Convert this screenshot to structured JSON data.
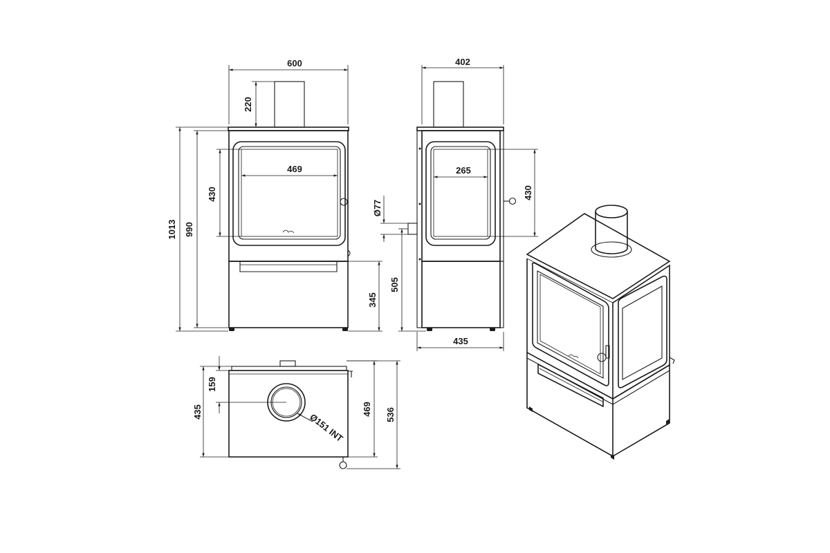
{
  "front_view": {
    "width": "600",
    "flue_height": "220",
    "glass_width": "469",
    "glass_height": "430",
    "total_height": "1013",
    "body_height": "990",
    "base_height": "345"
  },
  "side_view": {
    "depth": "402",
    "glass_width": "265",
    "glass_height": "430",
    "inlet_diameter": "Ø77",
    "inlet_height": "505",
    "total_depth": "435"
  },
  "top_view": {
    "flue_offset": "159",
    "body_depth": "435",
    "flue_diameter": "Ø151 INT",
    "depth_with_door": "469",
    "depth_with_handle": "536"
  }
}
